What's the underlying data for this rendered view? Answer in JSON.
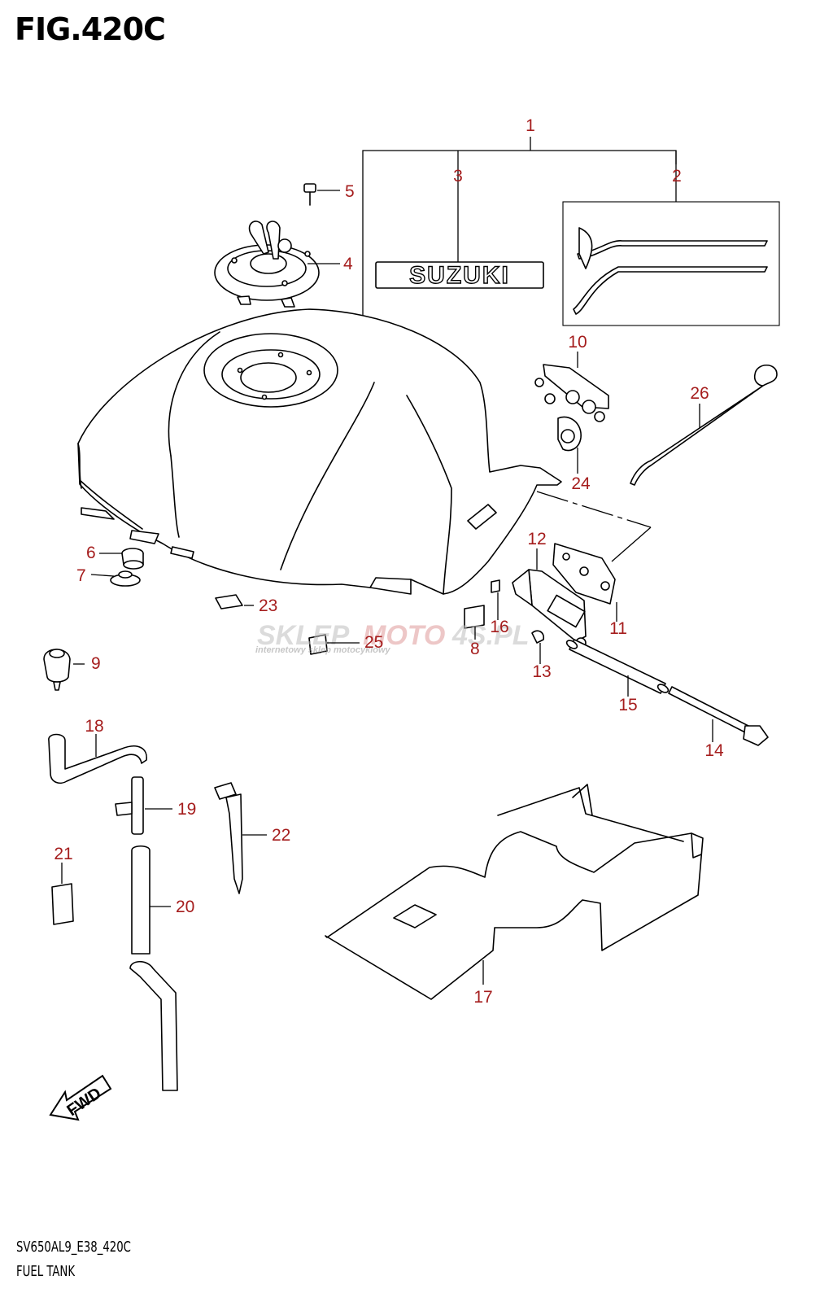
{
  "figure": {
    "title": "FIG.420C",
    "code": "SV650AL9_E38_420C",
    "name": "FUEL TANK"
  },
  "emblem_text": "SUZUKI",
  "fwd_label": "FWD",
  "watermark": {
    "text_a": "SKLEP",
    "text_b": "MOTO",
    "text_c": "4S.PL",
    "subtitle": "internetowy sklep motocyklowy"
  },
  "callouts": {
    "c1": "1",
    "c2": "2",
    "c3": "3",
    "c4": "4",
    "c5": "5",
    "c6": "6",
    "c7": "7",
    "c8": "8",
    "c9": "9",
    "c10": "10",
    "c11": "11",
    "c12": "12",
    "c13": "13",
    "c14": "14",
    "c15": "15",
    "c16": "16",
    "c17": "17",
    "c18": "18",
    "c19": "19",
    "c20": "20",
    "c21": "21",
    "c22": "22",
    "c23": "23",
    "c24": "24",
    "c25": "25",
    "c26": "26"
  },
  "colors": {
    "callout": "#a51d1d",
    "line": "#000000",
    "watermark": "#c8c8c8"
  }
}
